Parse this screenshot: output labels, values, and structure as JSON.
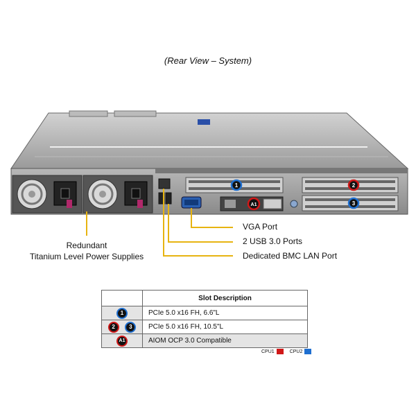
{
  "caption": "(Rear View – System)",
  "callouts": {
    "vga": "VGA Port",
    "usb": "2 USB 3.0 Ports",
    "bmc": "Dedicated BMC LAN Port",
    "psu_line1": "Redundant",
    "psu_line2": "Titanium Level Power Supplies"
  },
  "slot_badges": {
    "b1": "1",
    "b2": "2",
    "b3": "3",
    "a1": "A1"
  },
  "table": {
    "header": "Slot Description",
    "rows": [
      {
        "badges": [
          {
            "text": "1",
            "cpu": "cpu2"
          }
        ],
        "desc": "PCIe 5.0 x16 FH, 6.6\"L"
      },
      {
        "badges": [
          {
            "text": "2",
            "cpu": "cpu1"
          },
          {
            "text": "3",
            "cpu": "cpu2"
          }
        ],
        "desc": "PCIe 5.0 x16 FH, 10.5\"L"
      },
      {
        "badges": [
          {
            "text": "A1",
            "cpu": "cpu1"
          }
        ],
        "desc": "AIOM OCP 3.0 Compatible"
      }
    ]
  },
  "legend": {
    "cpu1": "CPU1",
    "cpu2": "CPU2",
    "cpu1_color": "#d01818",
    "cpu2_color": "#1f6fd0"
  }
}
